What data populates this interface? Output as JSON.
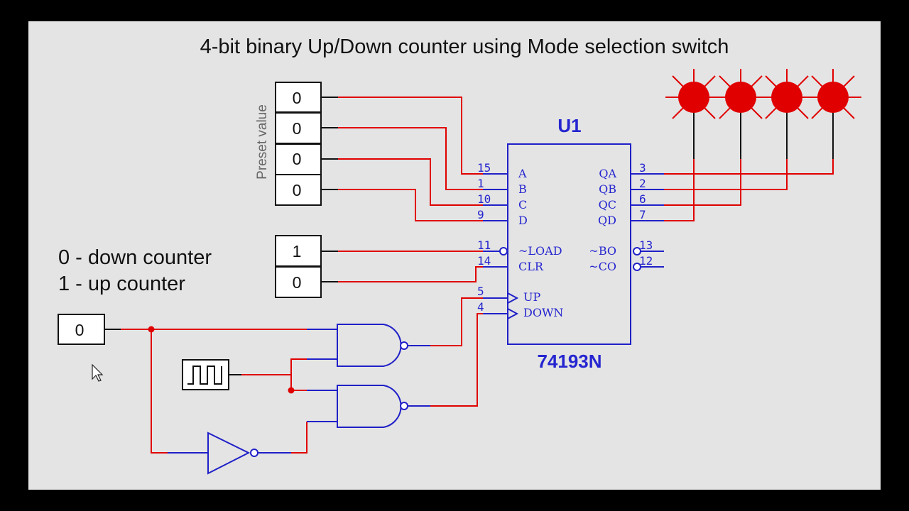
{
  "title": "4-bit binary Up/Down counter using Mode selection switch",
  "preset_label": "Preset value",
  "preset_inputs": [
    "0",
    "0",
    "0",
    "0"
  ],
  "load_input": "1",
  "clr_input": "0",
  "mode_input": "0",
  "legend": [
    "0 - down counter",
    "1 - up counter"
  ],
  "chip": {
    "ref": "U1",
    "part": "74193N",
    "left_pins": [
      {
        "num": "15",
        "label": "A"
      },
      {
        "num": "1",
        "label": "B"
      },
      {
        "num": "10",
        "label": "C"
      },
      {
        "num": "9",
        "label": "D"
      },
      {
        "num": "11",
        "label": "~LOAD"
      },
      {
        "num": "14",
        "label": "CLR"
      },
      {
        "num": "5",
        "label": "UP"
      },
      {
        "num": "4",
        "label": "DOWN"
      }
    ],
    "right_pins": [
      {
        "num": "3",
        "label": "QA"
      },
      {
        "num": "2",
        "label": "QB"
      },
      {
        "num": "6",
        "label": "QC"
      },
      {
        "num": "7",
        "label": "QD"
      },
      {
        "num": "13",
        "label": "~BO"
      },
      {
        "num": "12",
        "label": "~CO"
      }
    ]
  },
  "leds": {
    "count": 4,
    "color": "#e00000"
  },
  "colors": {
    "wire_active": "#e00000",
    "wire_inactive": "#2020c8",
    "component": "#2020c8",
    "background": "#e4e4e4"
  }
}
